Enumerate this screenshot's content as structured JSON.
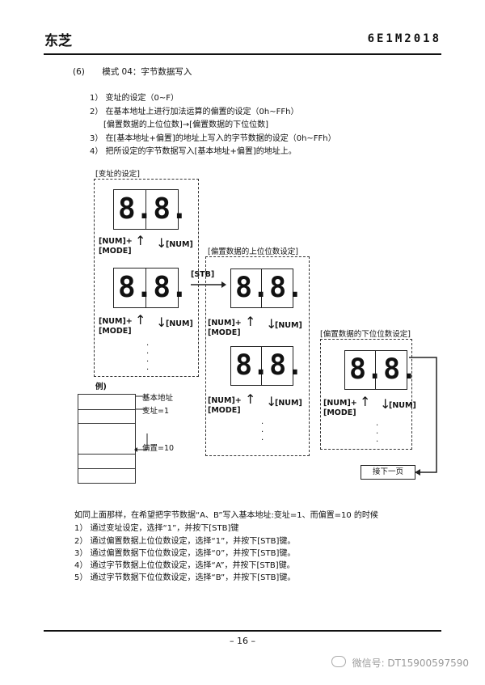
{
  "header": {
    "left_title": "东芝",
    "right_title": "6E1M2018"
  },
  "section": {
    "num": "(6)",
    "title": "模式 04：字节数据写入"
  },
  "intro": [
    "1） 变址的设定（0~F）",
    "2） 在基本地址上进行加法运算的偏置的设定（0h~FFh）",
    "[偏置数据的上位位数]→[偏置数据的下位位数]",
    "3） 在[基本地址+偏置]的地址上写入的字节数据的设定（0h~FFh）",
    "4） 把所设定的字节数据写入[基本地址+偏置]的地址上。"
  ],
  "diagram": {
    "group1_label": "[变址的设定]",
    "group2_label": "[偏置数据的上位位数设定]",
    "group3_label": "[偏置数据的下位位数设定]",
    "stb": "[STB]",
    "num_mode": [
      "[NUM]+",
      "[MODE]"
    ],
    "num": "[NUM]",
    "next_page": "接下一页",
    "display_chars": "8.8."
  },
  "example": {
    "title": "例)",
    "base_addr": "基本地址",
    "index": "变址=1",
    "offset": "偏置=10"
  },
  "steps": {
    "lead": "如同上面那样，在希望把字节数据“A、B”写入基本地址:变址=1、而偏置=10 的时候",
    "items": [
      "1） 通过变址设定，选择“1”，并按下[STB]键",
      "2） 通过偏置数据上位位数设定，选择“1”，并按下[STB]键。",
      "3） 通过偏置数据下位位数设定，选择“0”，并按下[STB]键。",
      "4） 通过字节数据上位位数设定，选择“A”，并按下[STB]键。",
      "5） 通过字节数据下位位数设定，选择“B”，并按下[STB]键。"
    ]
  },
  "footer": {
    "page": "– 16 –"
  },
  "watermark": "微信号: DT15900597590",
  "icons": [
    "arrow-up-icon",
    "arrow-down-icon",
    "arrow-right-icon",
    "wechat-icon"
  ]
}
